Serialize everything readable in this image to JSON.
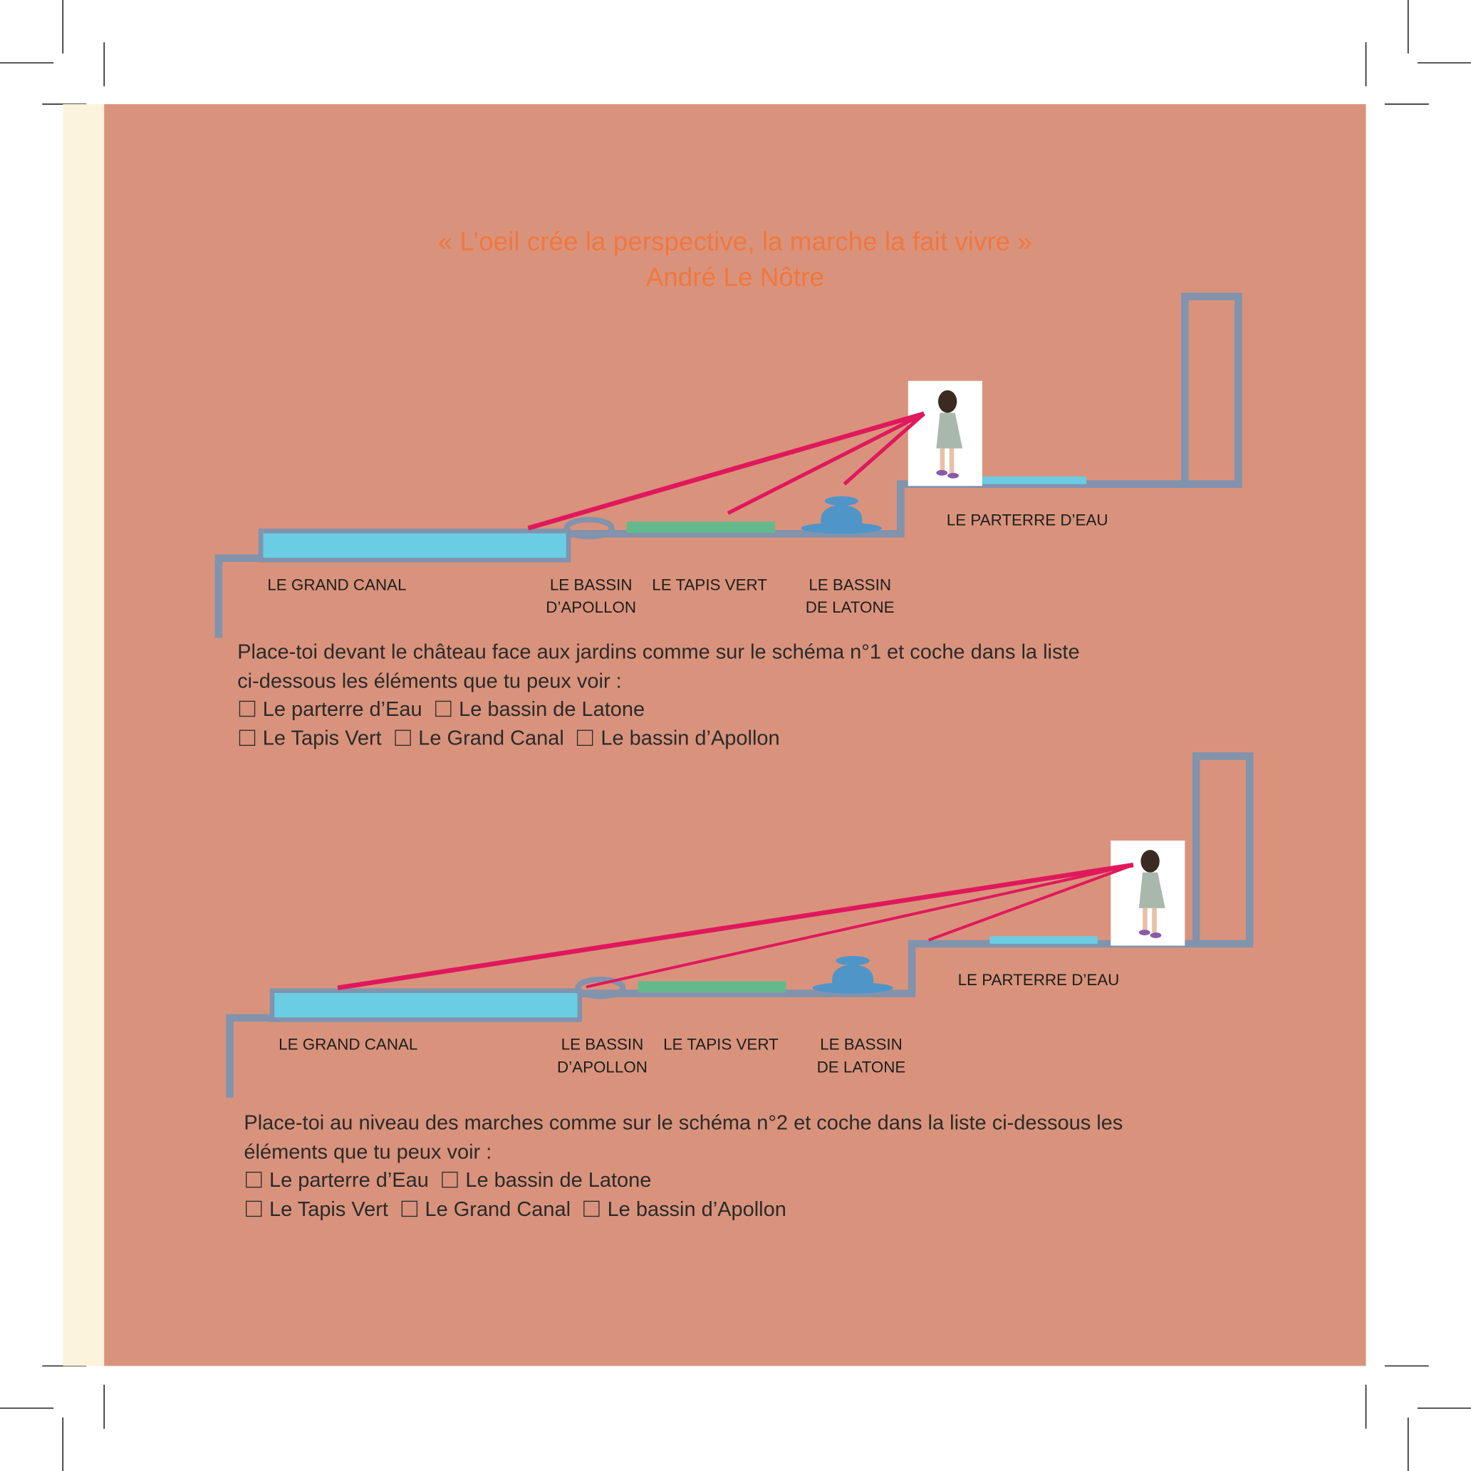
{
  "quote": {
    "text": "« L’oeil crée la perspective, la marche la fait vivre »",
    "author": "André Le Nôtre"
  },
  "labels": {
    "grand_canal": "LE GRAND CANAL",
    "bassin_apollon_1": "LE BASSIN",
    "bassin_apollon_2": "D’APOLLON",
    "tapis_vert": "LE TAPIS VERT",
    "bassin_latone_1": "LE BASSIN",
    "bassin_latone_2": "DE LATONE",
    "parterre": "LE PARTERRE D’EAU"
  },
  "exercise1": {
    "instruction_1": "Place-toi devant le château face aux jardins comme sur le schéma n°1 et coche dans la liste",
    "instruction_2": "ci-dessous les éléments que tu peux voir :",
    "options": [
      "Le parterre d’Eau",
      "Le bassin de Latone",
      "Le Tapis Vert",
      "Le Grand Canal",
      "Le bassin d’Apollon"
    ]
  },
  "exercise2": {
    "instruction_1": "Place-toi au niveau des marches comme sur le schéma n°2 et coche dans la liste ci-dessous les",
    "instruction_2": "éléments que tu peux voir :",
    "options": [
      "Le parterre d’Eau",
      "Le bassin de Latone",
      "Le Tapis Vert",
      "Le Grand Canal",
      "Le bassin d’Apollon"
    ]
  },
  "colors": {
    "background": "#d9937c",
    "margin_strip": "#fbf3dc",
    "quote": "#f0773f",
    "structure": "#8193ad",
    "water": "#6acde3",
    "lawn": "#64b98c",
    "sightline": "#e0185c",
    "fountain": "#4f95c8"
  }
}
